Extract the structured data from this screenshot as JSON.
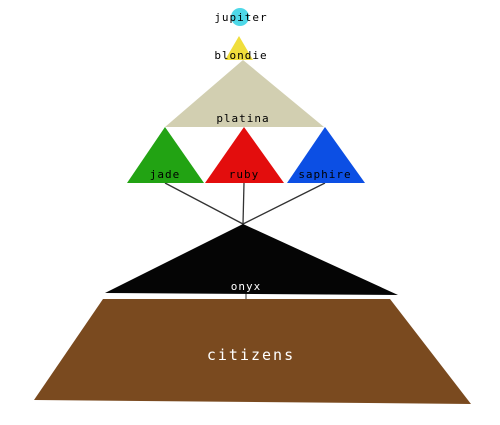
{
  "diagram": {
    "tiers": {
      "jupiter": {
        "label": "jupiter",
        "color": "#4ed8e8"
      },
      "blondie": {
        "label": "blondie",
        "color": "#f0de3c"
      },
      "platina": {
        "label": "platina",
        "color": "#d2cfb1"
      },
      "jade": {
        "label": "jade",
        "color": "#22a313"
      },
      "ruby": {
        "label": "ruby",
        "color": "#e30d0d"
      },
      "saphire": {
        "label": "saphire",
        "color": "#0c4fe4"
      },
      "onyx": {
        "label": "onyx",
        "color": "#050505"
      },
      "citizens": {
        "label": "citizens",
        "color": "#7a4a1f"
      }
    },
    "connector_color": "#333333"
  }
}
